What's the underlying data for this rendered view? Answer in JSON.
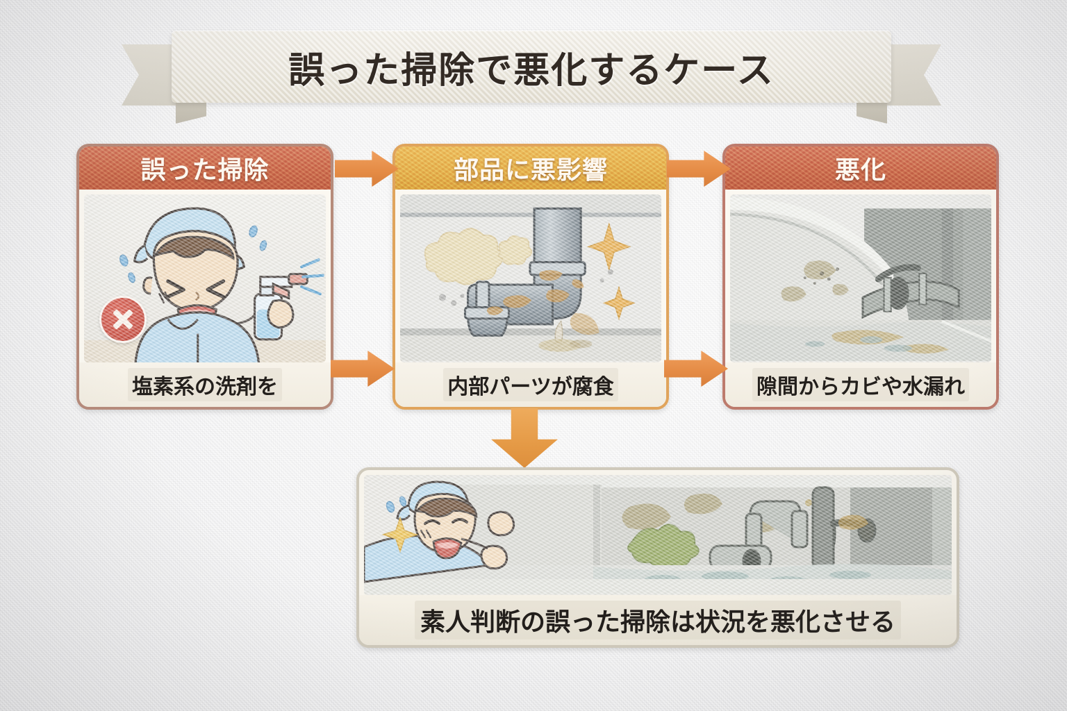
{
  "banner": {
    "title": "誤った掃除で悪化するケース"
  },
  "flow": {
    "cards": [
      {
        "id": "wrong-cleaning",
        "header": "誤った掃除",
        "header_color": "#c66549",
        "border_color": "#b68b7b",
        "caption": "塩素系の洗剤を",
        "illustration": "cleaner-spraying-chlorine-detergent-with-x-mark"
      },
      {
        "id": "parts-damage",
        "header": "部品に悪影響",
        "header_color": "#e2a949",
        "border_color": "#e0a45c",
        "caption": "内部パーツが腐食",
        "illustration": "corroded-drain-pipe-with-fumes-and-sparkles"
      },
      {
        "id": "worsening",
        "header": "悪化",
        "header_color": "#c66549",
        "border_color": "#bd7b6d",
        "caption": "隙間からカビや水漏れ",
        "illustration": "under-bathtub-mold-and-water-leak"
      }
    ],
    "arrows": {
      "horizontal_icon": "arrow-right-icon",
      "down_icon": "arrow-down-icon",
      "arrow_color": "#e58c46"
    }
  },
  "conclusion": {
    "caption": "素人判断の誤った掃除は状況を悪化させる",
    "illustration": "shocked-cleaner-looking-under-bathtub-at-mold-and-leak",
    "border_color": "#cfc9bb"
  },
  "theme": {
    "background": "#f2f2f3",
    "text_dark": "#231f1c",
    "banner_paper": "#ece8de"
  }
}
